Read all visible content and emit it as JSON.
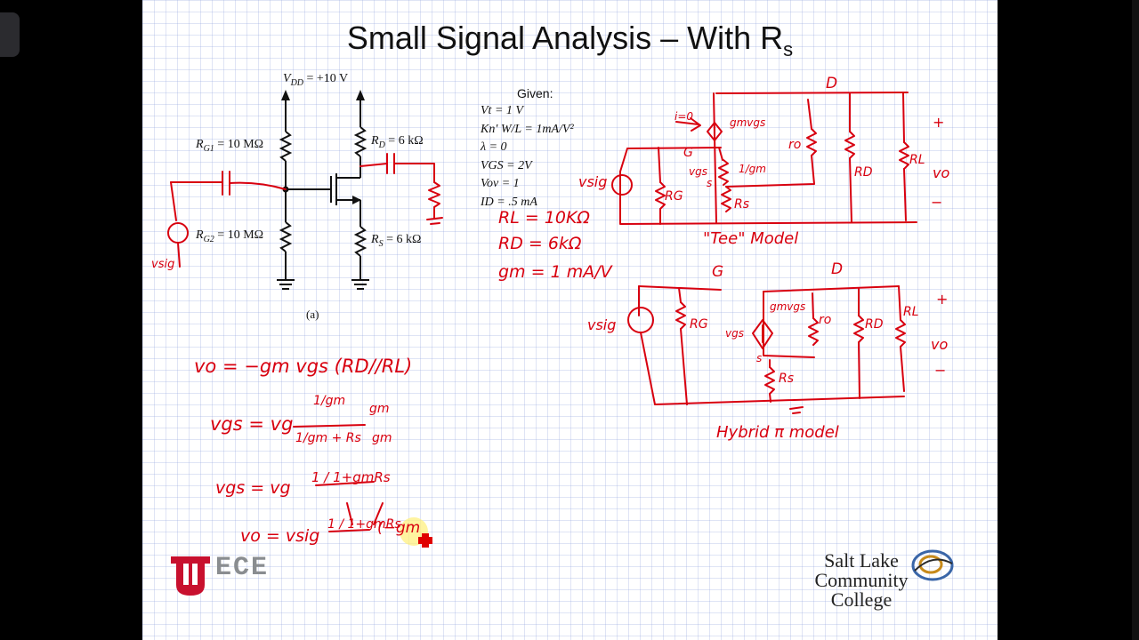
{
  "slide": {
    "title_main": "Small Signal Analysis – With R",
    "title_sub": "s"
  },
  "circuit": {
    "vdd": "V",
    "vdd_sub": "DD",
    "vdd_val": " = +10 V",
    "rg1": "R",
    "rg1_sub": "G1",
    "rg1_val": " = 10 MΩ",
    "rg2": "R",
    "rg2_sub": "G2",
    "rg2_val": " = 10 MΩ",
    "rd": "R",
    "rd_sub": "D",
    "rd_val": " = 6 kΩ",
    "rs": "R",
    "rs_sub": "S",
    "rs_val": " = 6 kΩ",
    "caption": "(a)"
  },
  "given": {
    "heading": "Given:",
    "lines": [
      "Vt = 1 V",
      "Kn' W/L = 1mA/V²",
      "λ = 0",
      "VGS = 2V",
      "Vov = 1",
      "ID = .5 mA"
    ]
  },
  "handwritten": {
    "rl": "RL = 10KΩ",
    "rd": "RD = 6kΩ",
    "gm": "gm = 1 mA/V",
    "tee_label": "\"Tee\" Model",
    "hybrid_label": "Hybrid π model",
    "eq1": "vo = −gm vgs (RD//RL)",
    "eq2_left": "vgs = vg",
    "eq2_num": "1/gm",
    "eq2_den": "1/gm + Rs",
    "eq2_gm": "gm",
    "eq3_left": "vgs = vg",
    "eq3_frac": "1 / 1+gmRs",
    "eq4_left": "vo = vsig",
    "eq4_frac": "1 / 1+gmRs",
    "eq4_tail": "(−gm",
    "tee_D": "D",
    "tee_vsig": "vsig",
    "tee_rg": "RG",
    "tee_rs": "Rs",
    "tee_rd": "RD",
    "tee_rl": "RL",
    "tee_vo": "vo",
    "tee_ro": "ro",
    "tee_gm": "gmvgs",
    "tee_s": "s",
    "tee_vgs": "vgs",
    "tee_1gm": "1/gm",
    "tee_i0": "i=0",
    "tee_g": "G",
    "hyb_G": "G",
    "hyb_D": "D",
    "hyb_vsig": "vsig",
    "hyb_rg": "RG",
    "hyb_rd": "RD",
    "hyb_rl": "RL",
    "hyb_ro": "ro",
    "hyb_rs": "Rs",
    "hyb_vgs": "vgs",
    "hyb_gm": "gmvgs",
    "hyb_s": "s",
    "hyb_vo": "vo",
    "vsig_left": "vsig",
    "plus": "+",
    "minus": "−"
  },
  "logos": {
    "uece": "ECE",
    "slcc_line1": "Salt Lake",
    "slcc_line2": "Community",
    "slcc_line3": "College"
  },
  "colors": {
    "ink": "#d8000f",
    "black": "#111111",
    "logo_red": "#c8102e",
    "logo_gray": "#8a8d90"
  }
}
